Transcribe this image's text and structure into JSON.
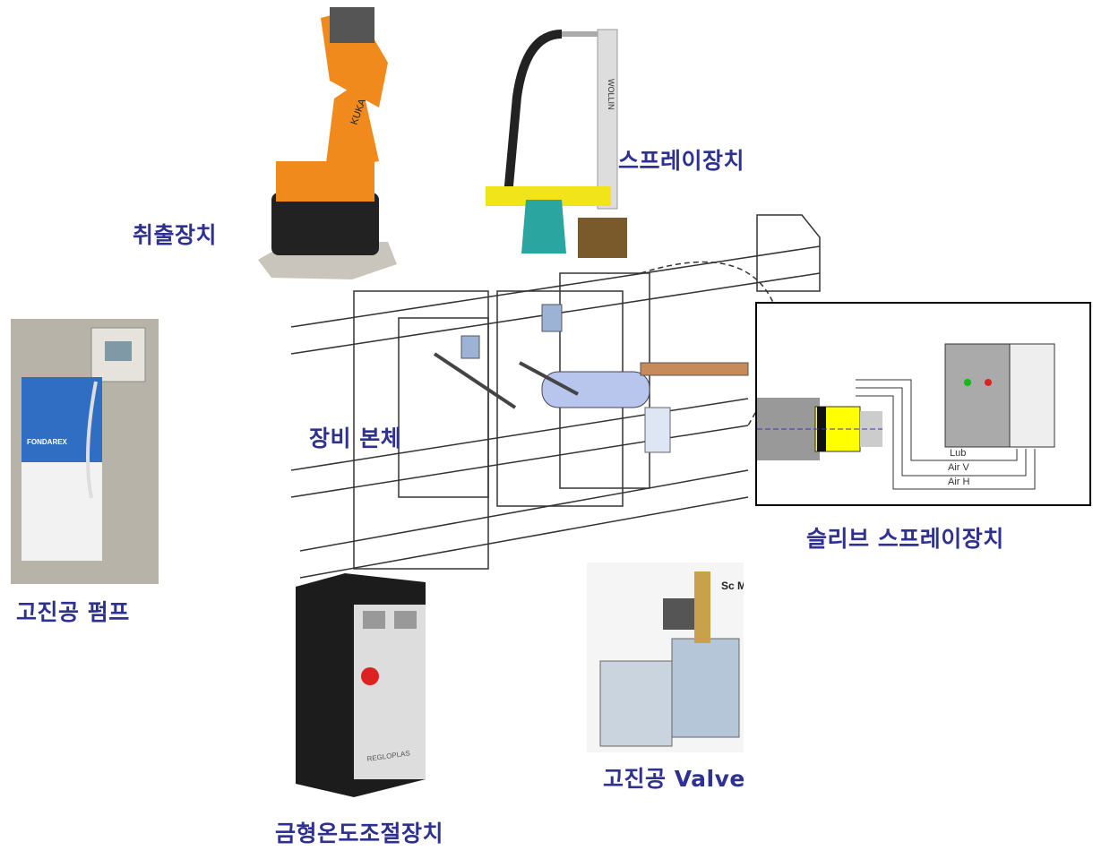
{
  "labels": {
    "robot": "취출장치",
    "spray": "스프레이장치",
    "machine": "장비 본체",
    "sleeve_spray": "슬리브 스프레이장치",
    "vacuum_pump": "고진공 펌프",
    "mold_temp": "금형온도조절장치",
    "vacuum_valve": "고진공 Valve"
  },
  "inset_lines": [
    "Lub",
    "Air V",
    "Air H"
  ],
  "logos": {
    "robot": "KUKA",
    "spray": "WOLLIN",
    "pump": "FONDAREX",
    "temp": "REGLOPLAS",
    "valve": "Sc M"
  },
  "colors": {
    "label": "#2e3192",
    "robot": "#f08a1c",
    "spray_yellow": "#f2e41a",
    "sleeve_yellow": "#ffff00"
  }
}
